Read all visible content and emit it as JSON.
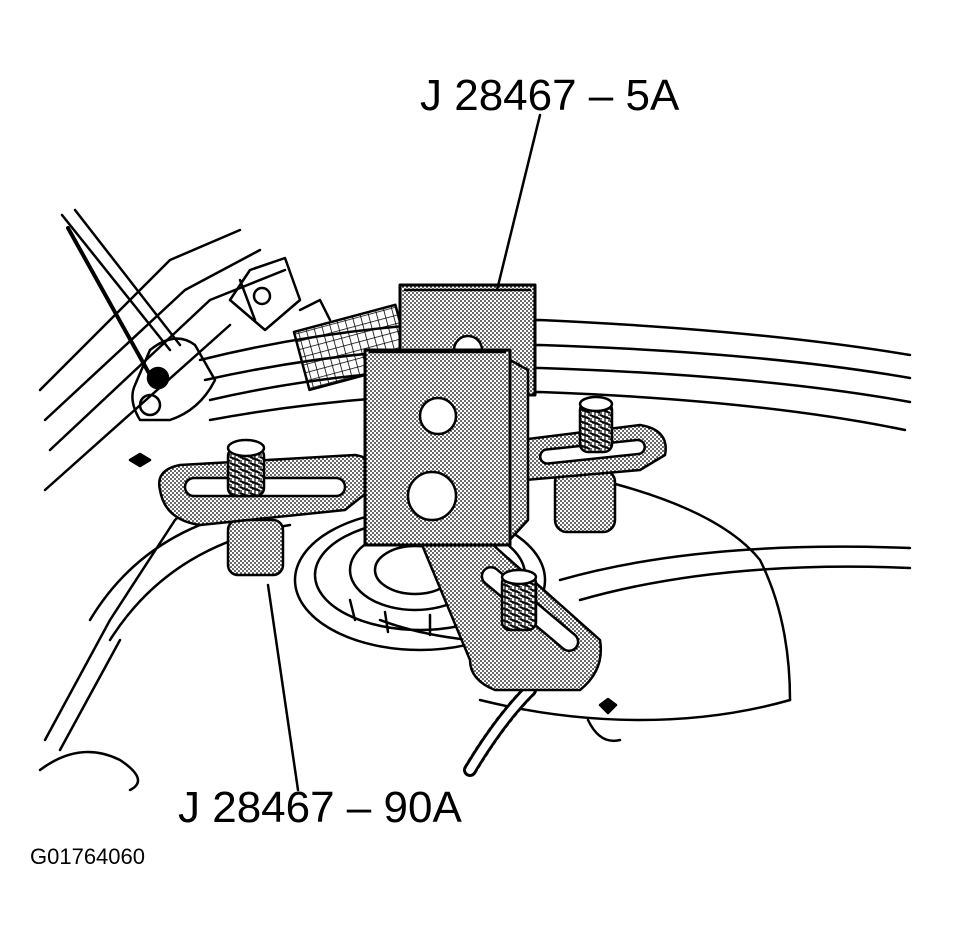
{
  "callouts": {
    "top_tool": "J 28467 – 5A",
    "bottom_tool": "J 28467 – 90A"
  },
  "figure_id": "G01764060",
  "colors": {
    "ink": "#000000",
    "paper": "#ffffff",
    "tool_shading": "#b8b8b8"
  }
}
